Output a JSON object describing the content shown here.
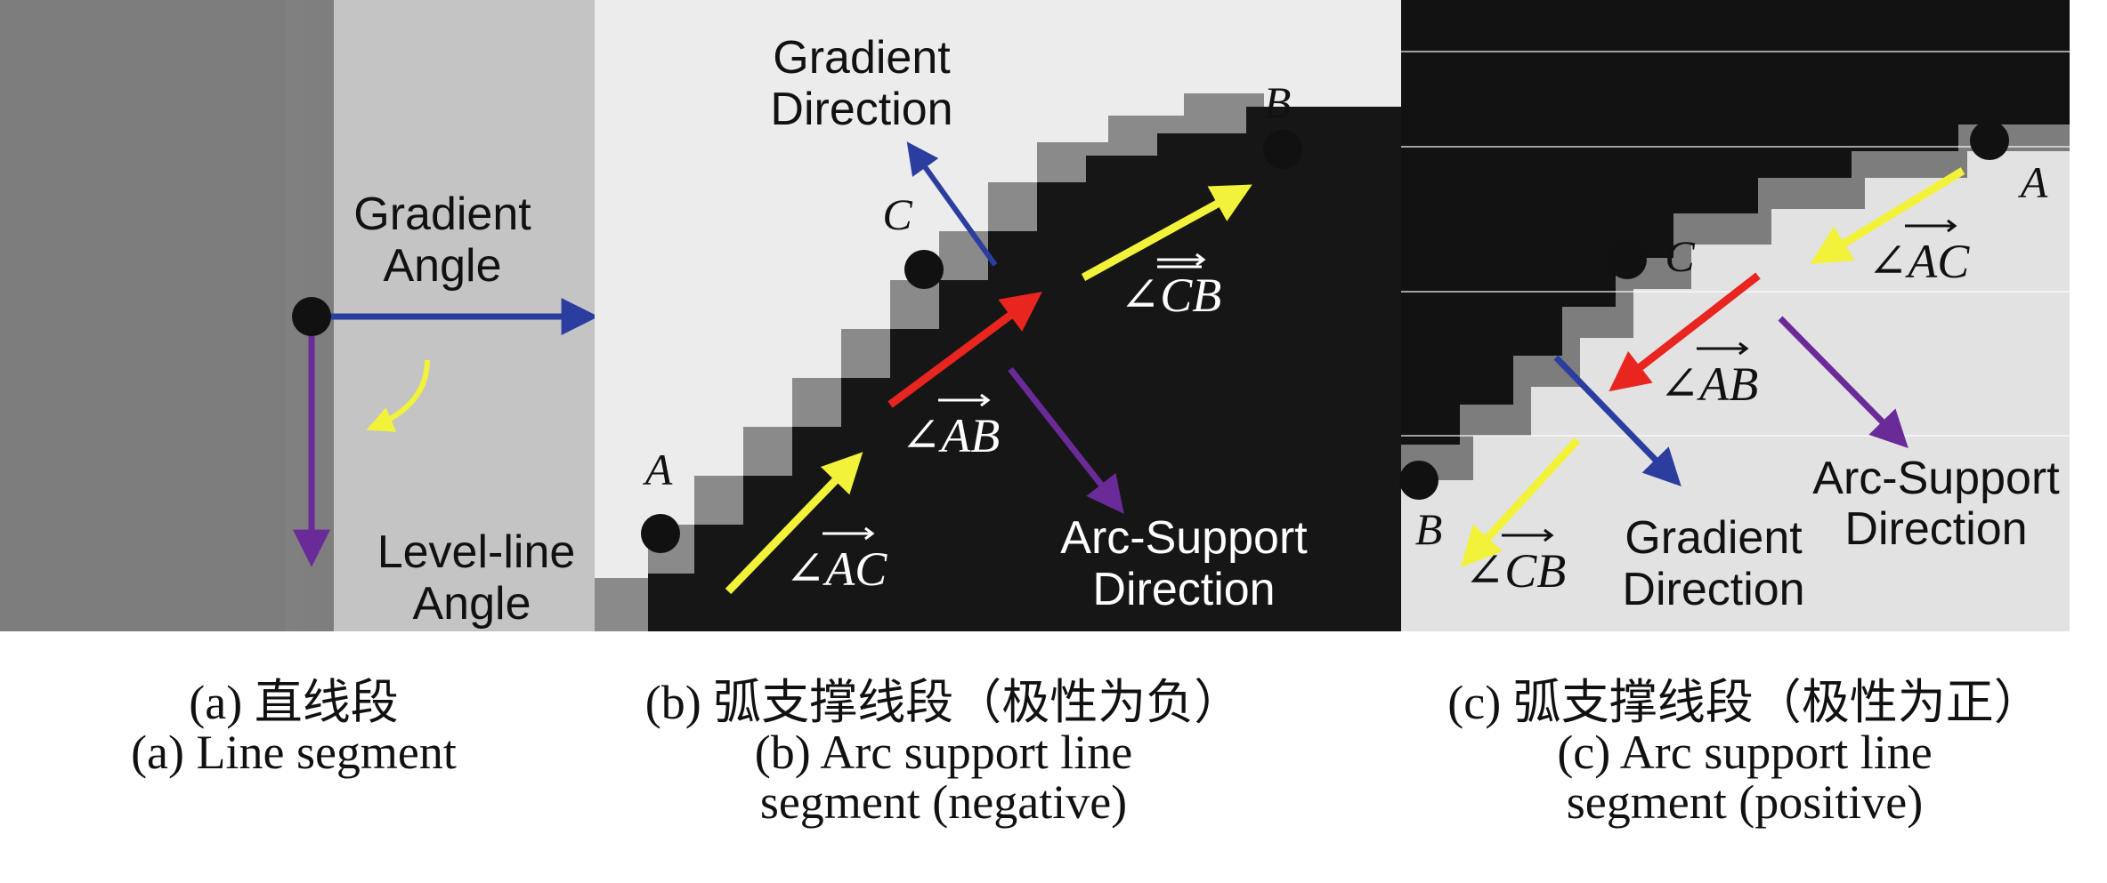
{
  "panels": {
    "a": {
      "gradient_label_1": "Gradient",
      "gradient_label_2": "Angle",
      "levelline_label_1": "Level-line",
      "levelline_label_2": "Angle",
      "caption_zh": "(a) 直线段",
      "caption_en": "(a) Line segment"
    },
    "b": {
      "gradient_label_1": "Gradient",
      "gradient_label_2": "Direction",
      "point_a": "A",
      "point_b": "B",
      "point_c": "C",
      "angle_cb": "∠CB",
      "angle_ab": "∠AB",
      "angle_ac": "∠AC",
      "arc_label_1": "Arc-Support",
      "arc_label_2": "Direction",
      "caption_zh": "(b) 弧支撑线段（极性为负）",
      "caption_en_1": "(b) Arc support line",
      "caption_en_2": "segment (negative)"
    },
    "c": {
      "point_a": "A",
      "point_b": "B",
      "point_c": "C",
      "angle_ac": "∠AC",
      "angle_ab": "∠AB",
      "angle_cb": "∠CB",
      "arc_label_1": "Arc-Support",
      "arc_label_2": "Direction",
      "gradient_label_1": "Gradient",
      "gradient_label_2": "Direction",
      "caption_zh": "(c) 弧支撑线段（极性为正）",
      "caption_en_1": "(c) Arc support line",
      "caption_en_2": "segment (positive)"
    }
  },
  "colors": {
    "blue_arrow": "#2b3ea0",
    "purple_arrow": "#6a2a98",
    "yellow_arrow": "#f2f23a",
    "red_arrow": "#e8251f",
    "point": "#111111"
  }
}
